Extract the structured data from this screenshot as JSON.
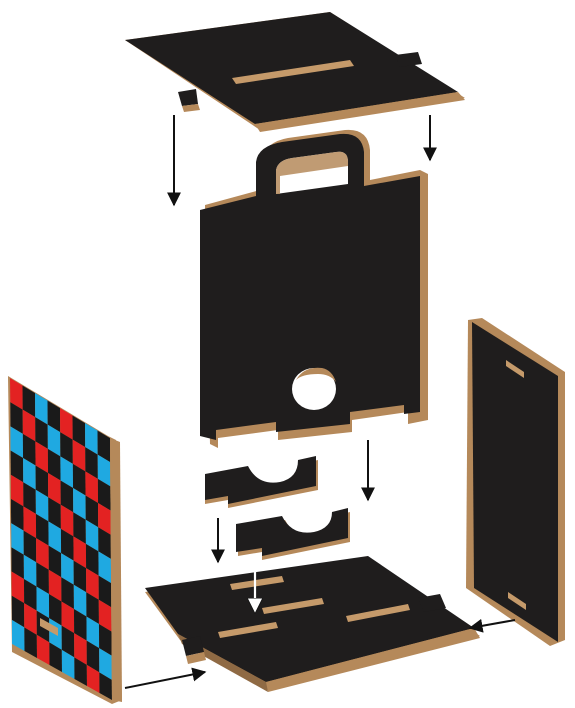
{
  "diagram": {
    "subject": "exploded-assembly",
    "colors": {
      "background": "#ffffff",
      "panel_face": "#1f1d1d",
      "panel_edge": "#b5895a",
      "panel_edge_dark": "#8f6a44",
      "slot": "#c59a6a",
      "arrow": "#111111",
      "arrow_light": "#ffffff"
    },
    "checker_colors": [
      "#e32222",
      "#f3e61b",
      "#1fa9e1",
      "#4db848",
      "#1a1a1a"
    ],
    "parts": [
      "top-panel",
      "back-panel-with-handle",
      "cradle-upper",
      "cradle-lower",
      "base-panel",
      "side-panel-checkered",
      "side-panel-black"
    ],
    "arrows": [
      "arrow-top-left",
      "arrow-top-right",
      "arrow-middle-right",
      "arrow-cradle-left",
      "arrow-cradle-center",
      "arrow-base-right",
      "arrow-base-left"
    ]
  }
}
